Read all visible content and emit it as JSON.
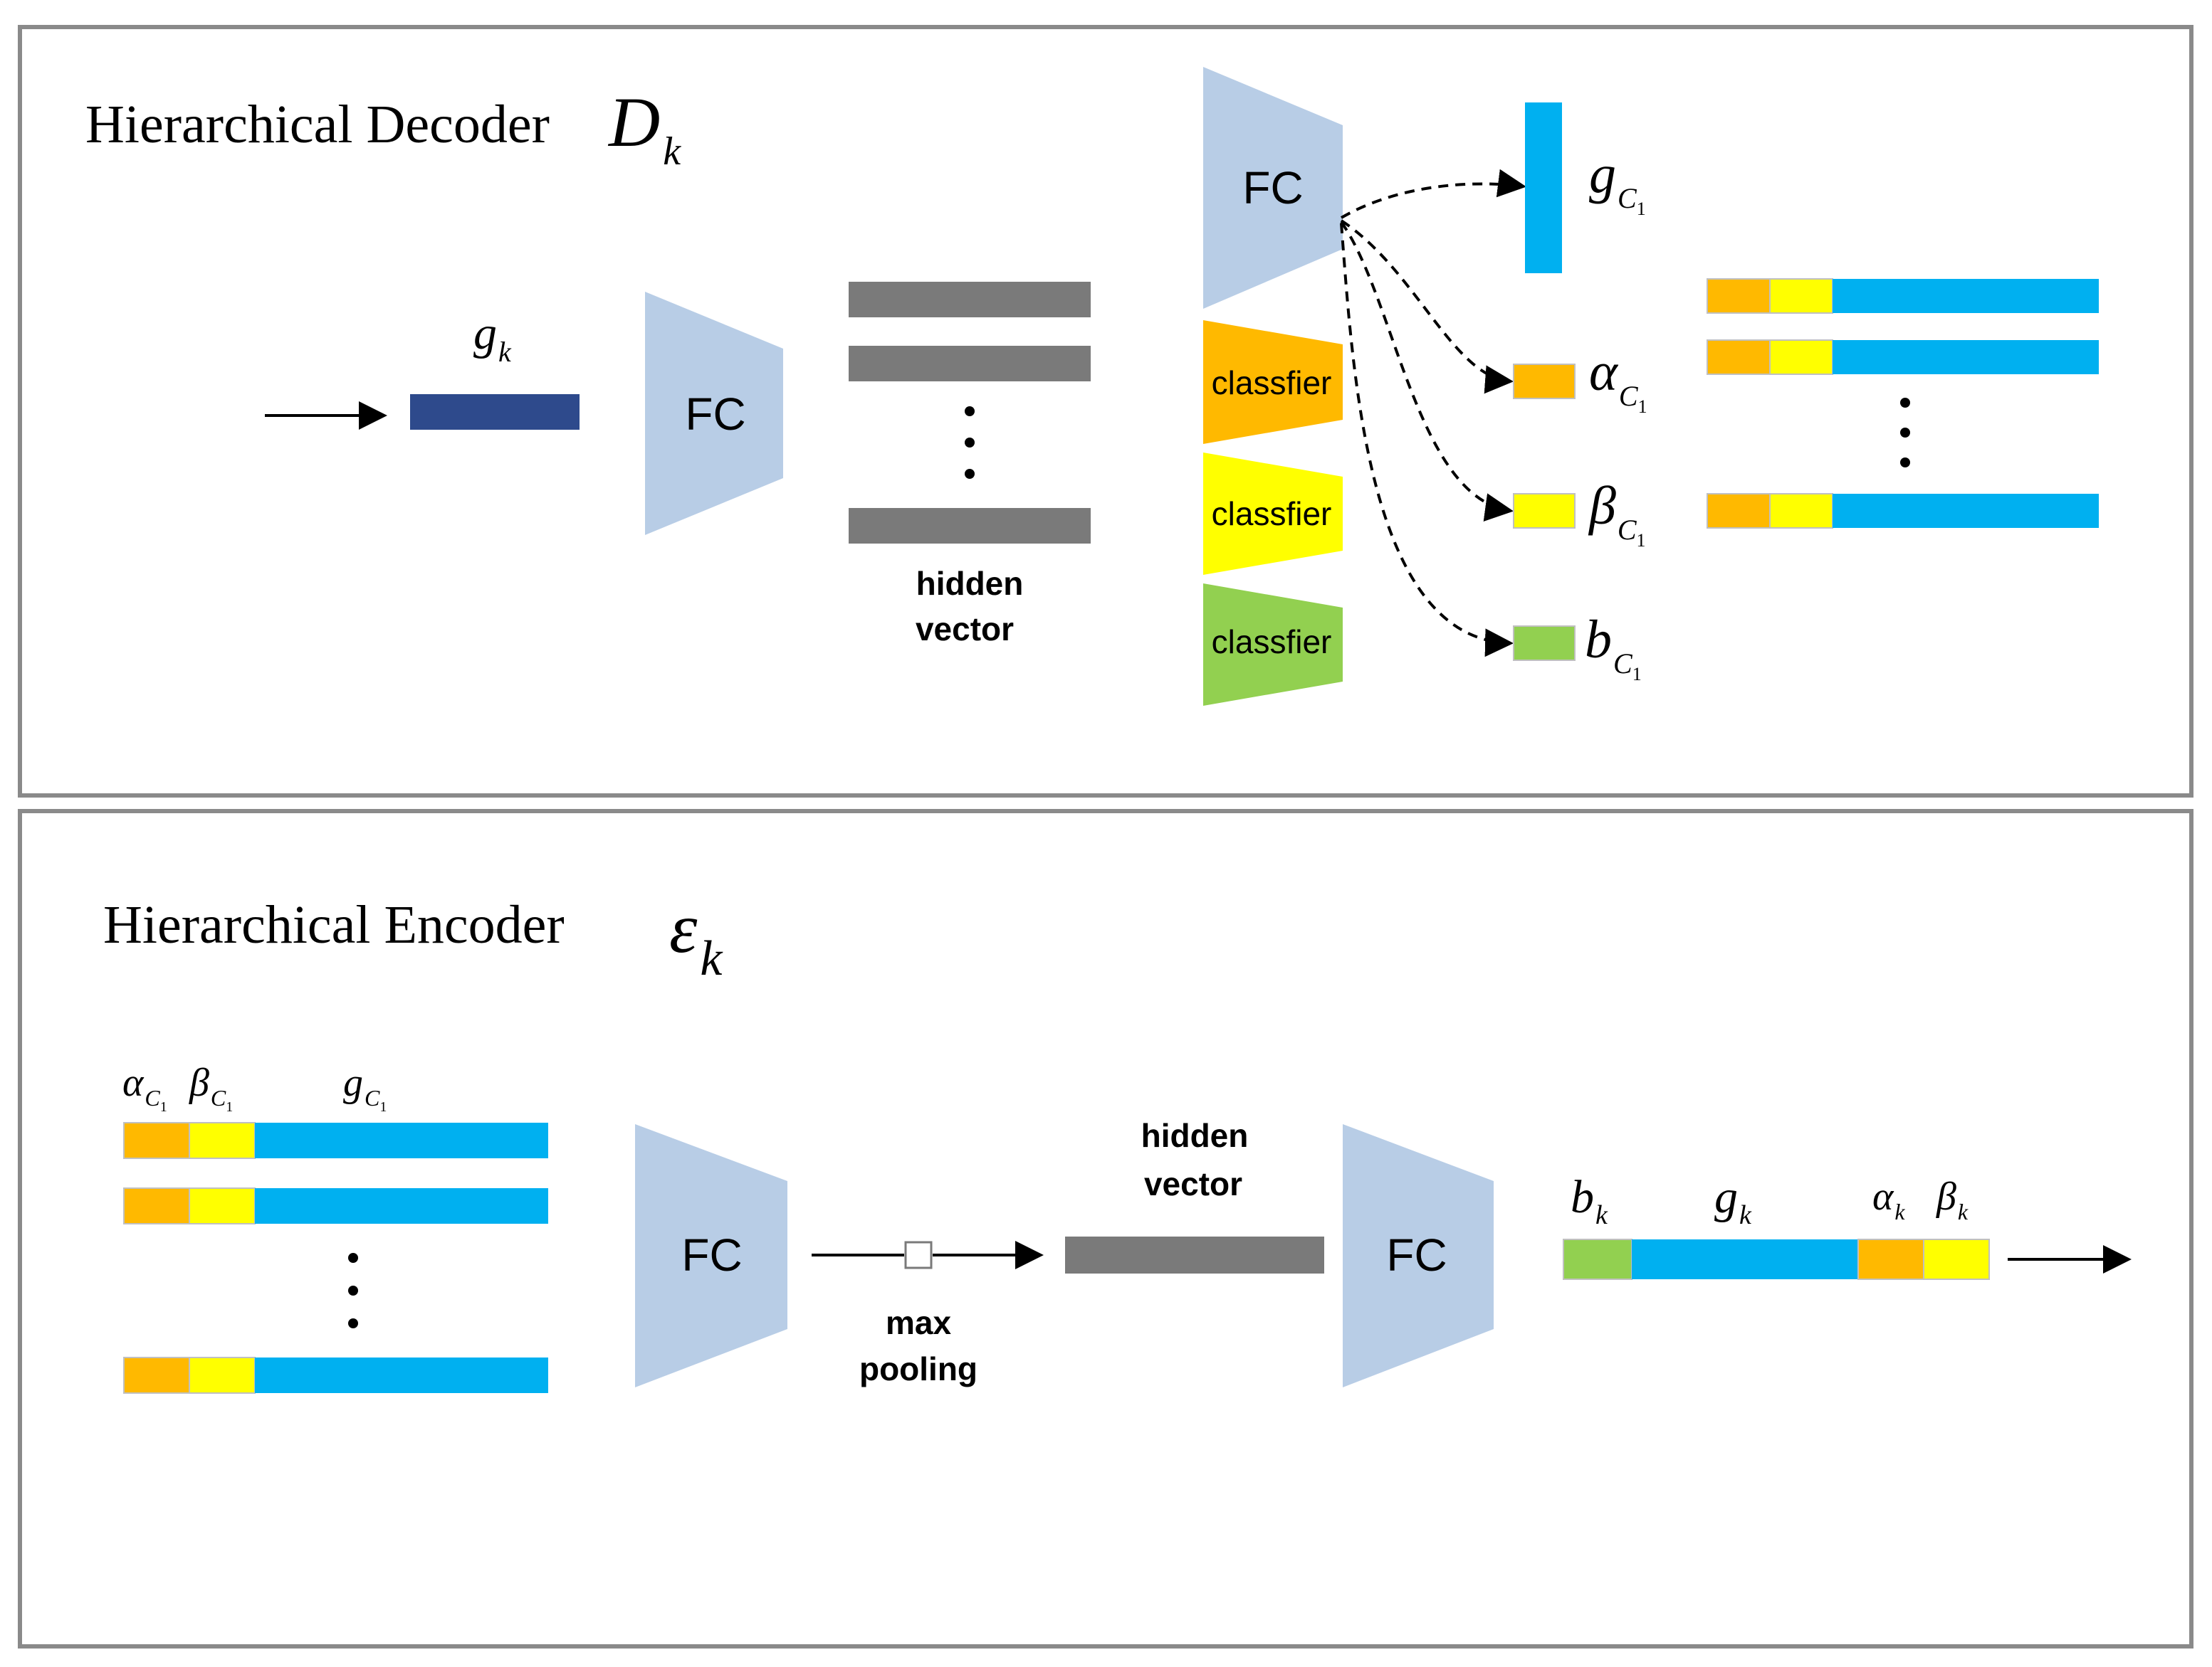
{
  "decoder": {
    "title": "Hierarchical Decoder",
    "title_symbol": "D",
    "title_symbol_sub": "k",
    "input_label": "g",
    "input_label_sub": "k",
    "fc_label_1": "FC",
    "hidden_label_1": "hidden",
    "hidden_label_2": "vector",
    "fc_label_2": "FC",
    "classifiers": [
      "classfier",
      "classfier",
      "classfier"
    ],
    "outputs": [
      {
        "symbol": "g",
        "sub": "C",
        "subsub": "1"
      },
      {
        "symbol": "α",
        "sub": "C",
        "subsub": "1"
      },
      {
        "symbol": "β",
        "sub": "C",
        "subsub": "1"
      },
      {
        "symbol": "b",
        "sub": "C",
        "subsub": "1"
      }
    ]
  },
  "encoder": {
    "title": "Hierarchical Encoder",
    "title_symbol": "ε",
    "title_symbol_sub": "k",
    "input_labels": [
      {
        "symbol": "α",
        "sub": "C",
        "subsub": "1"
      },
      {
        "symbol": "β",
        "sub": "C",
        "subsub": "1"
      },
      {
        "symbol": "g",
        "sub": "C",
        "subsub": "1"
      }
    ],
    "fc_label_1": "FC",
    "pool_label_1": "max",
    "pool_label_2": "pooling",
    "hidden_label_1": "hidden",
    "hidden_label_2": "vector",
    "fc_label_2": "FC",
    "output_labels": [
      {
        "symbol": "b",
        "sub": "k"
      },
      {
        "symbol": "g",
        "sub": "k"
      },
      {
        "symbol": "α",
        "sub": "k"
      },
      {
        "symbol": "β",
        "sub": "k"
      }
    ]
  },
  "colors": {
    "navy": "#2e4a8c",
    "fc": "#b8cde6",
    "gray": "#7a7a7a",
    "orange": "#ffb900",
    "yellow": "#ffff00",
    "blue": "#00b0f0",
    "green": "#92d050"
  }
}
